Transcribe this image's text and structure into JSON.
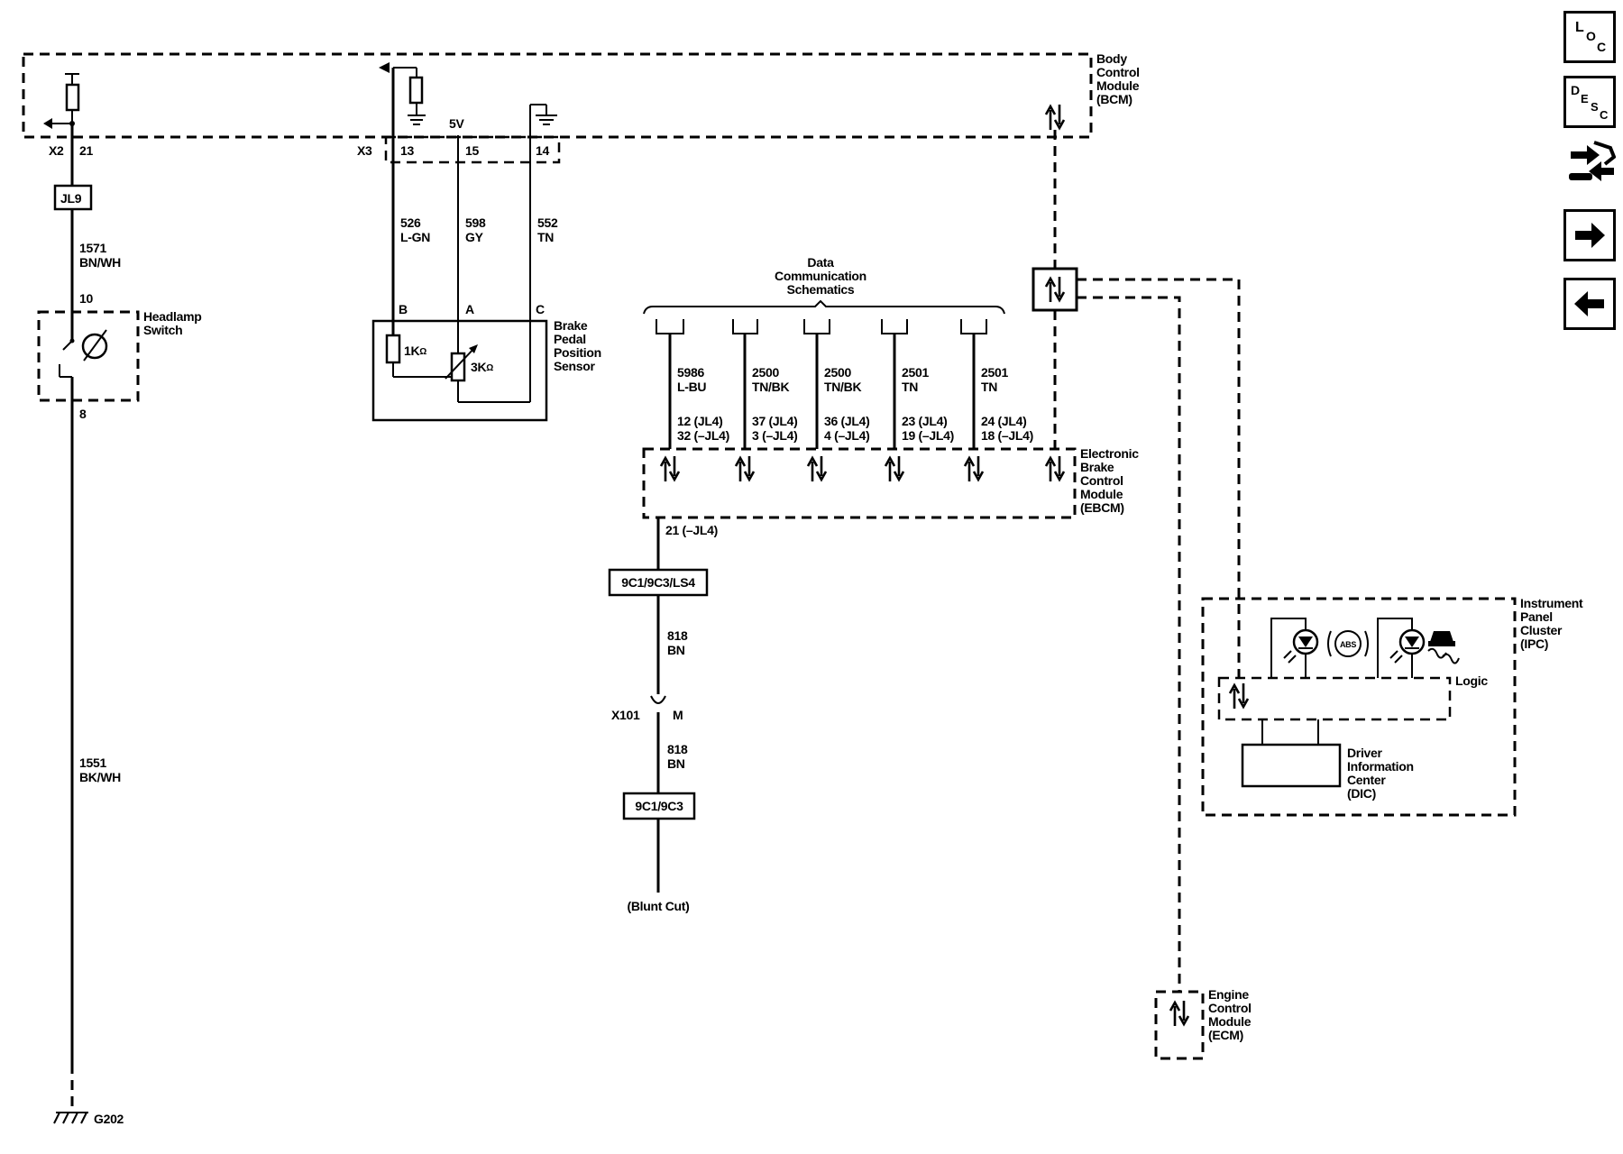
{
  "nav": {
    "loc": [
      "L",
      "O",
      "C"
    ],
    "desc": [
      "D",
      "E",
      "S",
      "C"
    ]
  },
  "bcm": {
    "lines": [
      "Body",
      "Control",
      "Module",
      "(BCM)"
    ],
    "x2": "X2",
    "x2_pin": "21",
    "x3": "X3",
    "pin13": "13",
    "pin15": "15",
    "pin14": "14",
    "v5": "5V"
  },
  "jl9": "JL9",
  "w1571": {
    "num": "1571",
    "color": "BN/WH"
  },
  "headlamp": {
    "pin_top": "10",
    "pin_bot": "8",
    "lines": [
      "Headlamp",
      "Switch"
    ]
  },
  "w1551": {
    "num": "1551",
    "color": "BK/WH"
  },
  "g202": "G202",
  "w526": {
    "num": "526",
    "color": "L-GN"
  },
  "w598": {
    "num": "598",
    "color": "GY"
  },
  "w552": {
    "num": "552",
    "color": "TN"
  },
  "bpps": {
    "pin_b": "B",
    "pin_a": "A",
    "pin_c": "C",
    "r1": "1K",
    "r2": "3K",
    "ohm": "Ω",
    "lines": [
      "Brake",
      "Pedal",
      "Position",
      "Sensor"
    ]
  },
  "dcs": {
    "lines": [
      "Data",
      "Communication",
      "Schematics"
    ]
  },
  "bus_wires": [
    {
      "num": "5986",
      "color": "L-BU",
      "pin1": "12 (JL4)",
      "pin2": "32 (–JL4)"
    },
    {
      "num": "2500",
      "color": "TN/BK",
      "pin1": "37 (JL4)",
      "pin2": "3 (–JL4)"
    },
    {
      "num": "2500",
      "color": "TN/BK",
      "pin1": "36 (JL4)",
      "pin2": "4 (–JL4)"
    },
    {
      "num": "2501",
      "color": "TN",
      "pin1": "23 (JL4)",
      "pin2": "19 (–JL4)"
    },
    {
      "num": "2501",
      "color": "TN",
      "pin1": "24 (JL4)",
      "pin2": "18 (–JL4)"
    }
  ],
  "ebcm": {
    "lines": [
      "Electronic",
      "Brake",
      "Control",
      "Module",
      "(EBCM)"
    ],
    "pin": "21 (–JL4)"
  },
  "splice1": "9C1/9C3/LS4",
  "w818a": {
    "num": "818",
    "color": "BN"
  },
  "x101": {
    "label": "X101",
    "pin": "M"
  },
  "w818b": {
    "num": "818",
    "color": "BN"
  },
  "splice2": "9C1/9C3",
  "blunt": "(Blunt Cut)",
  "ipc": {
    "lines": [
      "Instrument",
      "Panel",
      "Cluster",
      "(IPC)"
    ],
    "logic": "Logic",
    "abs": "ABS"
  },
  "dic": {
    "lines": [
      "Driver",
      "Information",
      "Center",
      "(DIC)"
    ]
  },
  "ecm": {
    "lines": [
      "Engine",
      "Control",
      "Module",
      "(ECM)"
    ]
  }
}
